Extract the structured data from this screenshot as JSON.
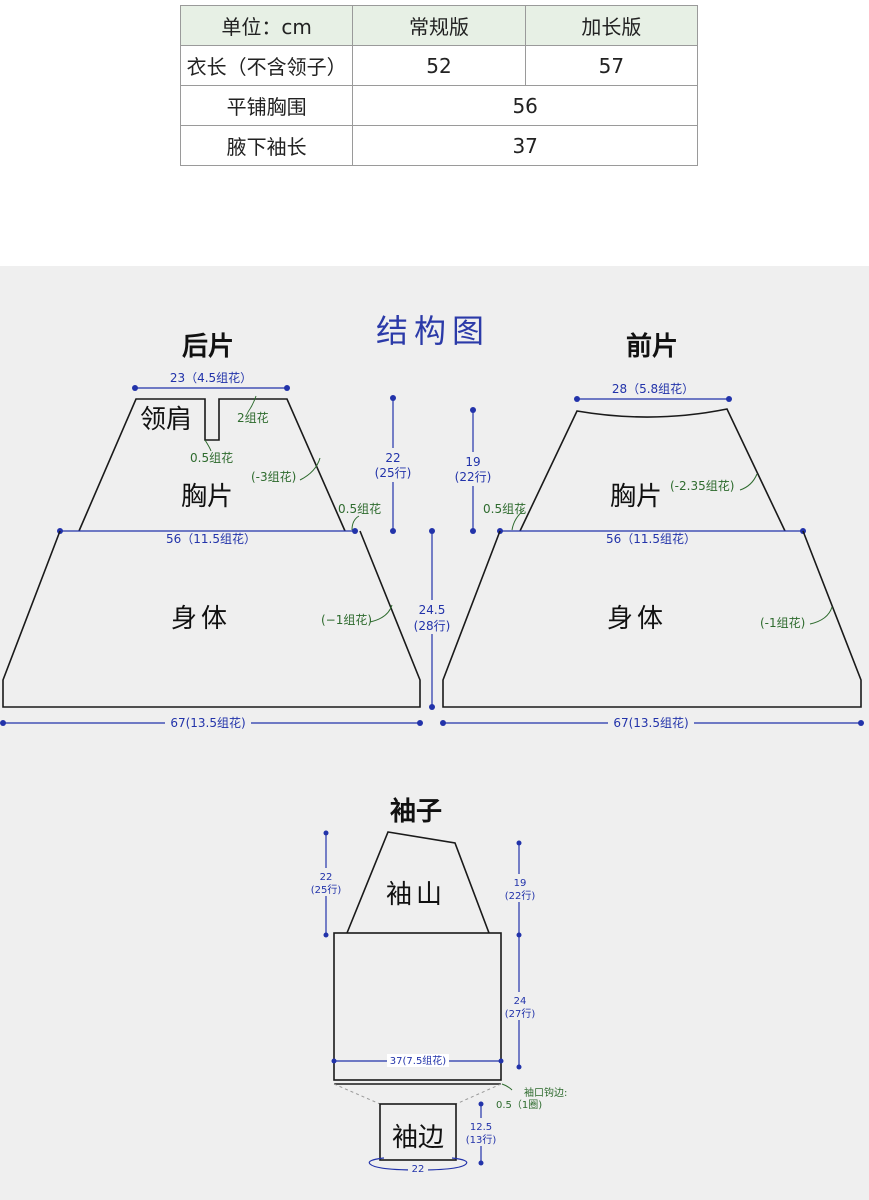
{
  "size_table": {
    "header": [
      "单位：cm",
      "常规版",
      "加长版"
    ],
    "rows": [
      [
        "衣长（不含领子）",
        "52",
        "57"
      ],
      [
        "平铺胸围",
        "56"
      ],
      [
        "腋下袖长",
        "37"
      ]
    ]
  },
  "diagram": {
    "title": "结构图",
    "back": {
      "title": "后片",
      "neck_shoulder": "领肩",
      "chest_piece": "胸片",
      "body_piece": "身体",
      "top_width": "23（4.5组花）",
      "neck_rows": "2组花",
      "neck_step": "0.5组花",
      "chest_decrease": "(-3组花)",
      "armhole_offset": "0.5组花",
      "chest_height": "22",
      "chest_height_rows": "(25行)",
      "chest_width": "56（11.5组花）",
      "body_decrease": "(−1组花)",
      "bottom_width": "67(13.5组花)"
    },
    "body_height": "24.5",
    "body_height_rows": "(28行)",
    "front": {
      "title": "前片",
      "chest_piece": "胸片",
      "body_piece": "身体",
      "top_width": "28（5.8组花）",
      "chest_height": "19",
      "chest_height_rows": "(22行)",
      "armhole_offset": "0.5组花",
      "chest_decrease": "(-2.35组花)",
      "chest_width": "56（11.5组花）",
      "body_decrease": "(-1组花)",
      "bottom_width": "67(13.5组花)"
    },
    "sleeve": {
      "title": "袖子",
      "cap_label": "袖山",
      "cuff_label": "袖边",
      "cap_height_left": "22",
      "cap_height_left_rows": "(25行)",
      "cap_height_right": "19",
      "cap_height_right_rows": "(22行)",
      "body_height": "24",
      "body_height_rows": "(27行)",
      "width": "37(7.5组花)",
      "cuff_edge_label": "袖口钩边:",
      "cuff_edge_value": "0.5（1圈)",
      "cuff_height": "12.5",
      "cuff_height_rows": "(13行)",
      "cuff_width": "22"
    }
  },
  "colors": {
    "outline": "#1a1a1a",
    "dimension": "#2233aa",
    "annotation": "#2e6b2e",
    "title": "#2b3aa8",
    "table_header_bg": "#e7f0e5"
  }
}
